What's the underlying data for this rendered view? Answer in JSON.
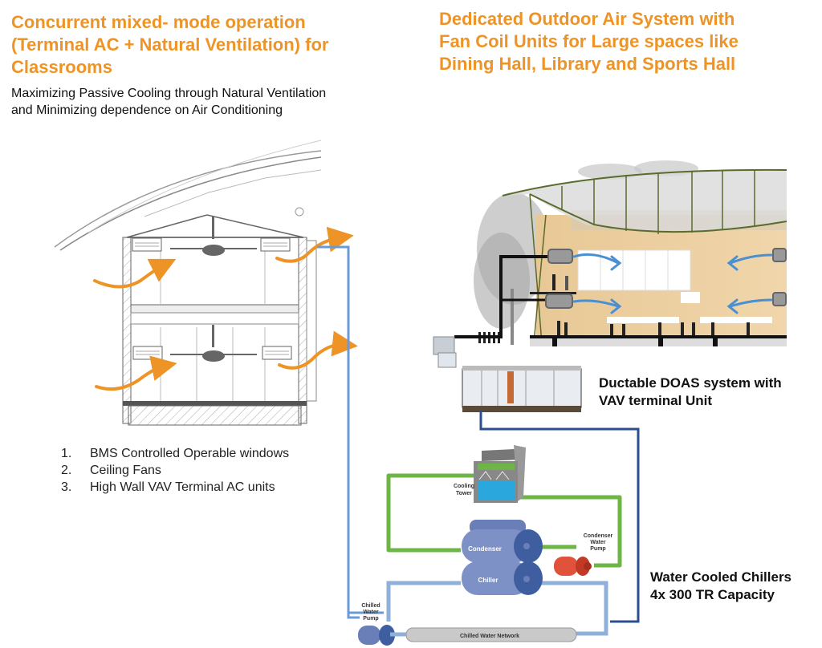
{
  "left_panel": {
    "title": [
      "Concurrent mixed- mode operation",
      "(Terminal AC + Natural Ventilation) for",
      "Classrooms"
    ],
    "subtitle": [
      "Maximizing Passive Cooling through Natural Ventilation",
      "and Minimizing dependence on Air Conditioning"
    ],
    "features": [
      {
        "num": "1.",
        "text": "BMS Controlled Operable windows"
      },
      {
        "num": "2.",
        "text": "Ceiling Fans"
      },
      {
        "num": "3.",
        "text": "High Wall VAV Terminal AC units"
      }
    ]
  },
  "right_panel": {
    "title": [
      "Dedicated Outdoor Air System with",
      "Fan Coil Units for Large spaces like",
      "Dining Hall, Library and Sports Hall"
    ],
    "doas_label": [
      "Ductable DOAS system with",
      "VAV terminal Unit"
    ],
    "chiller_label": [
      "Water Cooled Chillers",
      "4x 300 TR Capacity"
    ]
  },
  "plant_diagram": {
    "cooling_tower": [
      "Cooling",
      "Tower"
    ],
    "condenser": "Condenser",
    "chiller": "Chiller",
    "condenser_pump": [
      "Condenser",
      "Water",
      "Pump"
    ],
    "chilled_pump": [
      "Chilled",
      "Water",
      "Pump"
    ],
    "network": "Chilled Water Network"
  },
  "colors": {
    "accent_orange": "#ee9426",
    "chilled_pipe": "#6a9bd8",
    "condenser_pipe": "#6db544",
    "supply_line": "#2b4e8f",
    "airflow_blue": "#4a90d0"
  }
}
